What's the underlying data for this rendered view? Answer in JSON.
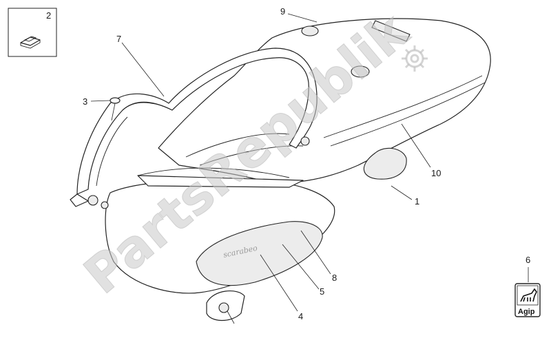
{
  "callouts": {
    "c1": "1",
    "c2": "2",
    "c3": "3",
    "c4": "4",
    "c5": "5",
    "c6": "6",
    "c7": "7",
    "c8": "8",
    "c9": "9",
    "c10": "10"
  },
  "side_panel_script": "scarabeo",
  "watermark": "PartsRepublik",
  "agip_label": "Agip",
  "colors": {
    "line": "#222222",
    "watermark": "#c8c8c8"
  }
}
